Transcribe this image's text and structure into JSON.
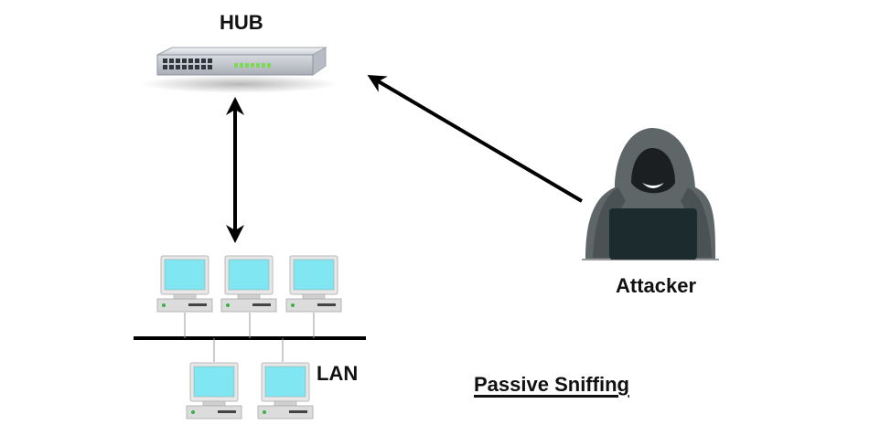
{
  "labels": {
    "hub": "HUB",
    "attacker": "Attacker",
    "lan": "LAN",
    "caption": "Passive Sniffing"
  },
  "icons": {
    "hub": "network-hub-icon",
    "computer": "desktop-computer-icon",
    "attacker": "hooded-hacker-icon"
  },
  "colors": {
    "line": "#000000",
    "screen": "#7fe6f2",
    "monitor_frame": "#e6e6e6",
    "case": "#dcdcdc",
    "hacker_hood": "#5e6668",
    "laptop": "#1c2b2e"
  }
}
